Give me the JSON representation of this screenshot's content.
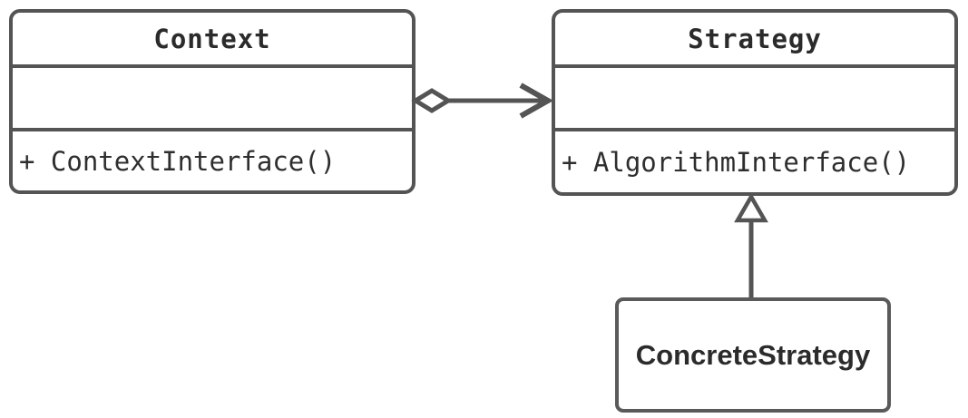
{
  "diagram": {
    "type": "uml-class-diagram",
    "background_color": "#ffffff",
    "line_color": "#545454",
    "text_color": "#2b2b2b"
  },
  "classes": {
    "context": {
      "name": "Context",
      "attributes": "",
      "method": "+ ContextInterface()"
    },
    "strategy": {
      "name": "Strategy",
      "attributes": "",
      "method": "+ AlgorithmInterface()"
    },
    "concrete_strategy": {
      "name": "ConcreteStrategy"
    }
  },
  "relationships": [
    {
      "from": "Context",
      "to": "Strategy",
      "type": "aggregation",
      "marker_source": "hollow-diamond",
      "marker_target": "open-arrow"
    },
    {
      "from": "ConcreteStrategy",
      "to": "Strategy",
      "type": "generalization",
      "marker_target": "hollow-triangle"
    }
  ]
}
